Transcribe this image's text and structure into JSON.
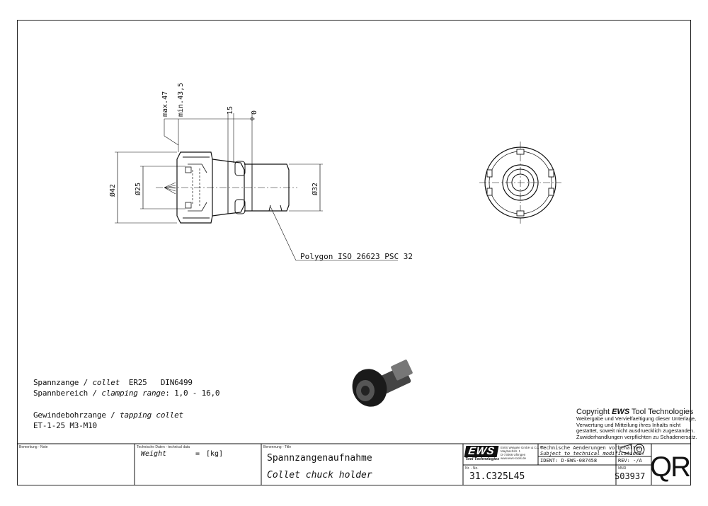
{
  "drawing": {
    "dims": {
      "max": "max.47",
      "min": "min.43,5",
      "d15": "15",
      "d0": "0",
      "dia42": "Ø42",
      "dia25": "Ø25",
      "dia32": "Ø32"
    },
    "polygon_label": "Polygon ISO 26623 PSC 32"
  },
  "notes": {
    "collet_de": "Spannzange / ",
    "collet_en": "collet",
    "collet_spec": "  ER25   DIN6499",
    "range_de": "Spannbereich / ",
    "range_en": "clamping range",
    "range_val": ": 1,0 - 16,0",
    "tapping_de": "Gewindebohrzange / ",
    "tapping_en": "tapping collet",
    "tapping_spec": "ET-1-25  M3-M10"
  },
  "copyright": {
    "prefix": "Copyright ",
    "brand": "EWS",
    "suffix": " Tool Technologies",
    "lines": [
      "Weitergabe und Vervielfaeltigung dieser Unterlage,",
      "Verwertung und Mitteilung ihres Inhalts nicht",
      "gestattet, soweit nicht ausdruecklich zugestanden.",
      "Zuwiderhandlungen verpflichten zu Schadenersatz."
    ]
  },
  "title_block": {
    "note_label": "Bemerkung - Note",
    "tech_label": "Technische Daten - technical data",
    "weight_label": "Weight",
    "weight_eq": "=",
    "weight_unit": "[kg]",
    "title_label": "Benennung - Title",
    "title_de": "Spannzangenaufnahme",
    "title_en": "Collet chuck holder",
    "logo": "EWS",
    "logo_sub": "Tool Technologies",
    "company_lines": [
      "EWS Weigele GmbH & Co. KG",
      "Maybachstr. 1",
      "D-73066 Uhingen",
      "www.ews-tools.de"
    ],
    "changes_de": "Technische Aenderungen vorbehalten!",
    "changes_en": "Subject to technical modifications!",
    "ident": "IDENT: D-EWS-087458",
    "rev": "REV: -/A",
    "nr_label": "Nr. - No.",
    "part_number": "31.C325L45",
    "mnr_label": "MNR",
    "mnr": "S03937",
    "qr": "QR"
  }
}
